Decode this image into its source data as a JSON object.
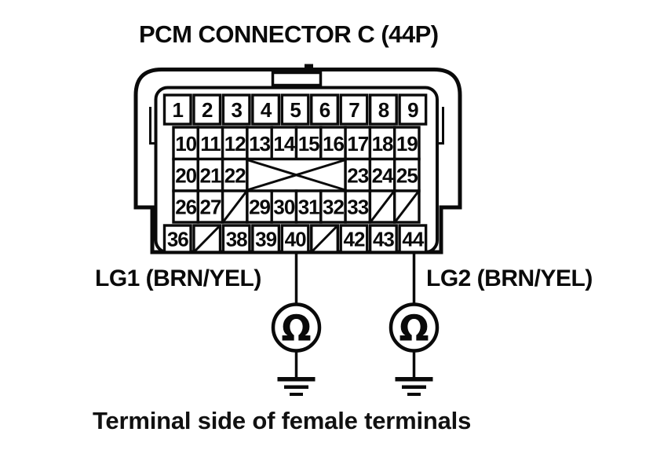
{
  "title": "PCM CONNECTOR C (44P)",
  "caption": "Terminal side of female terminals",
  "colors": {
    "ink": "#0a0a0a",
    "paper": "#ffffff"
  },
  "connector": {
    "name": "PCM connector C, 44 pins, terminal side view",
    "rows": [
      {
        "cells": [
          "1",
          "2",
          "3",
          "4",
          "5",
          "6",
          "7",
          "8",
          "9"
        ]
      },
      {
        "cells": [
          "10",
          "11",
          "12",
          "13",
          "14",
          "15",
          "16",
          "17",
          "18",
          "19"
        ]
      },
      {
        "cells": [
          "20",
          "21",
          "22",
          {
            "type": "x",
            "span": 4
          },
          "23",
          "24",
          "25"
        ]
      },
      {
        "cells": [
          "26",
          "27",
          {
            "type": "slash"
          },
          "29",
          "30",
          "31",
          "32",
          "33",
          {
            "type": "slash"
          },
          {
            "type": "slash"
          }
        ]
      },
      {
        "cells": [
          "36",
          {
            "type": "slash"
          },
          "38",
          "39",
          "40",
          {
            "type": "slash"
          },
          "42",
          "43",
          "44"
        ]
      }
    ]
  },
  "probes": [
    {
      "terminal": "40",
      "wire_label": "LG1 (BRN/YEL)"
    },
    {
      "terminal": "44",
      "wire_label": "LG2 (BRN/YEL)"
    }
  ],
  "ohmmeter": {
    "symbol": "Ω"
  }
}
